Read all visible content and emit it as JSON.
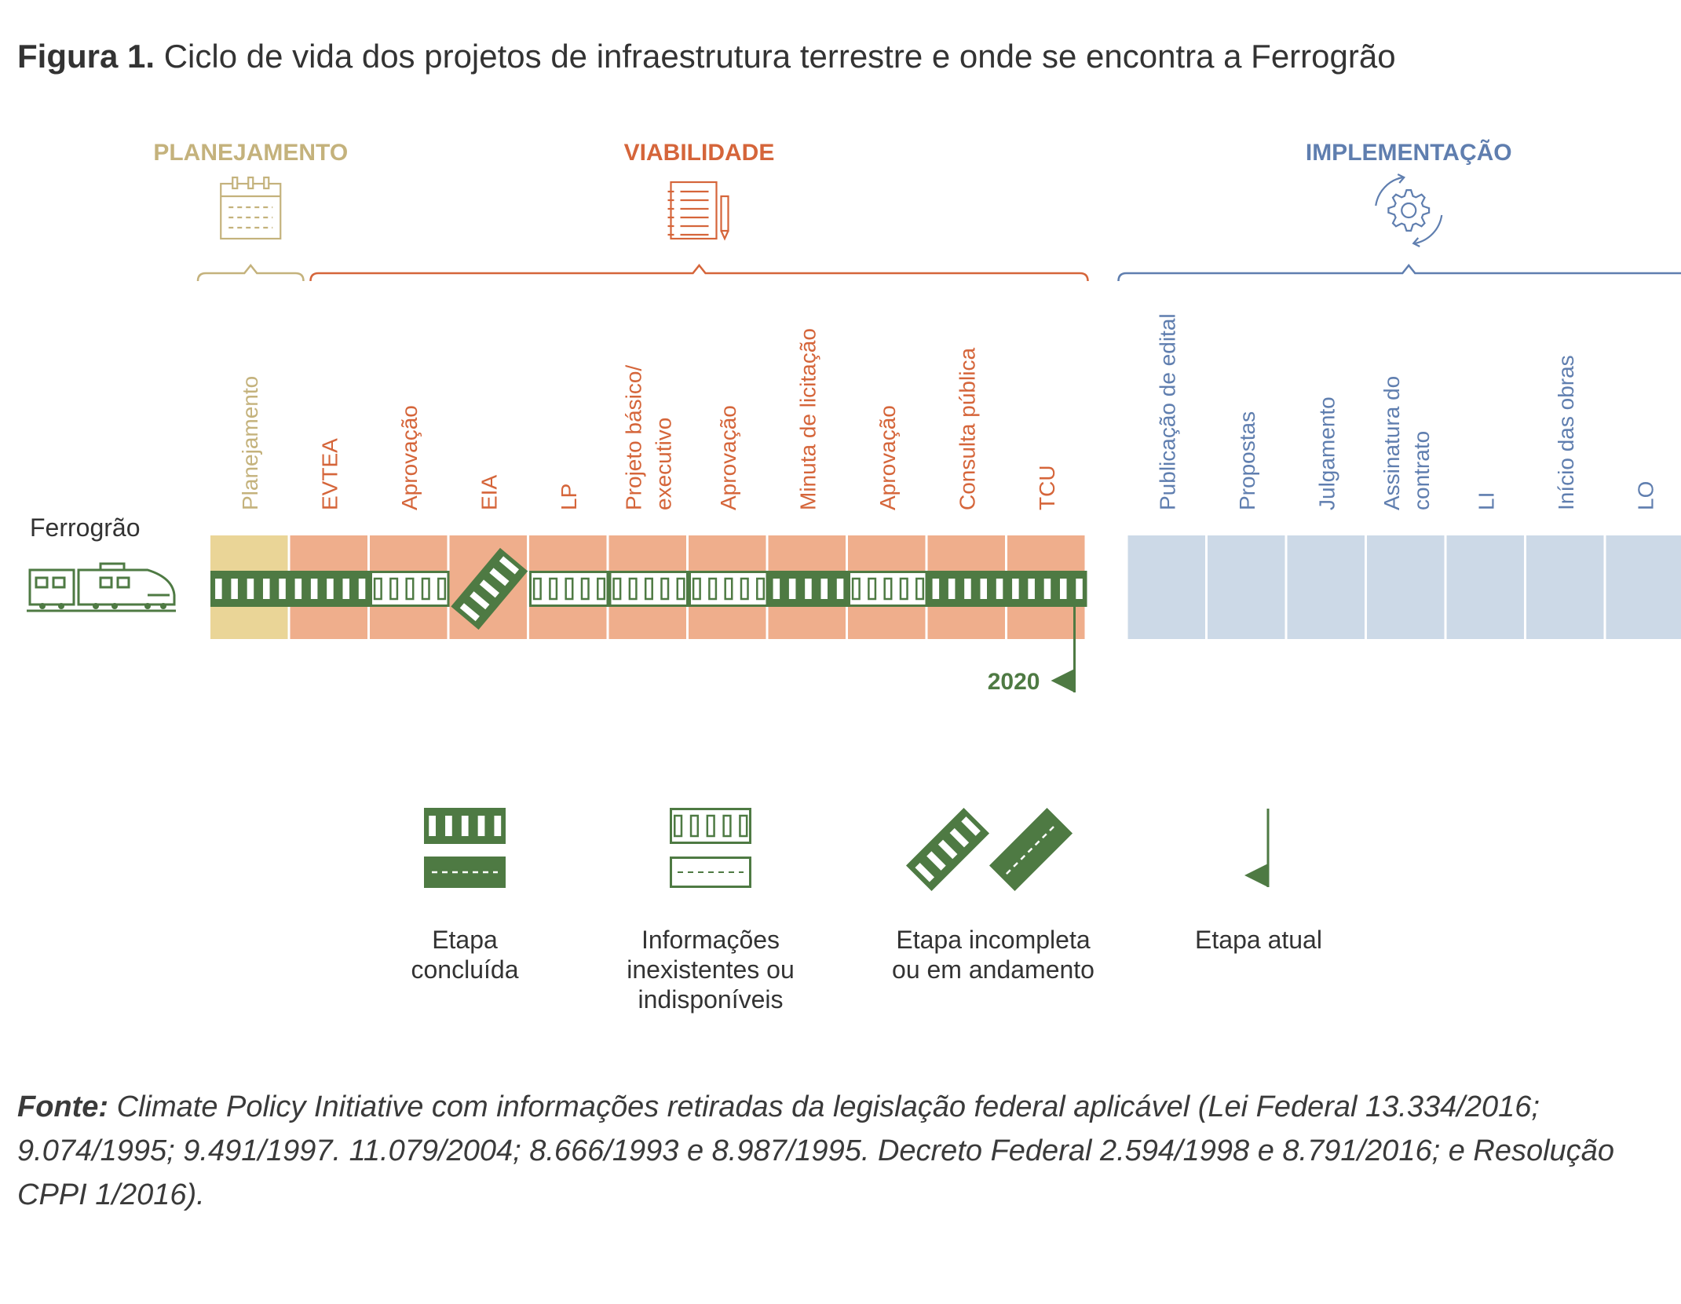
{
  "title": {
    "label": "Figura 1.",
    "text": "Ciclo de vida dos projetos de infraestrutura terrestre e onde se encontra a Ferrogrão"
  },
  "colors": {
    "planejamento": "#c4b27c",
    "viabilidade": "#d5653a",
    "implementacao": "#5f7eaf",
    "cell_planejamento": "#ead597",
    "cell_viabilidade": "#efae8c",
    "cell_implementacao": "#ccd9e7",
    "rail": "#4e7a43",
    "text": "#333333"
  },
  "phases": [
    {
      "key": "planejamento",
      "label": "PLANEJAMENTO",
      "icon": "calendar-icon",
      "color": "#c4b27c"
    },
    {
      "key": "viabilidade",
      "label": "VIABILIDADE",
      "icon": "notepad-pen-icon",
      "color": "#d5653a"
    },
    {
      "key": "implementacao",
      "label": "IMPLEMENTAÇÃO",
      "icon": "gear-cycle-icon",
      "color": "#5f7eaf"
    }
  ],
  "project": {
    "label": "Ferrogrão",
    "icon": "train-icon"
  },
  "stages": [
    {
      "lines": [
        "Planejamento"
      ],
      "phase": "planejamento",
      "status": "concluida"
    },
    {
      "lines": [
        "EVTEA"
      ],
      "phase": "viabilidade",
      "status": "concluida"
    },
    {
      "lines": [
        "Aprovação"
      ],
      "phase": "viabilidade",
      "status": "inexistente"
    },
    {
      "lines": [
        "EIA"
      ],
      "phase": "viabilidade",
      "status": "incompleta"
    },
    {
      "lines": [
        "LP"
      ],
      "phase": "viabilidade",
      "status": "inexistente"
    },
    {
      "lines": [
        "Projeto básico/",
        "executivo"
      ],
      "phase": "viabilidade",
      "status": "inexistente"
    },
    {
      "lines": [
        "Aprovação"
      ],
      "phase": "viabilidade",
      "status": "inexistente"
    },
    {
      "lines": [
        "Minuta de licitação"
      ],
      "phase": "viabilidade",
      "status": "concluida"
    },
    {
      "lines": [
        "Aprovação"
      ],
      "phase": "viabilidade",
      "status": "inexistente"
    },
    {
      "lines": [
        "Consulta pública"
      ],
      "phase": "viabilidade",
      "status": "concluida"
    },
    {
      "lines": [
        "TCU"
      ],
      "phase": "viabilidade",
      "status": "concluida",
      "current": true
    },
    {
      "lines": [
        "Publicação de edital"
      ],
      "phase": "implementacao",
      "status": "futura"
    },
    {
      "lines": [
        "Propostas"
      ],
      "phase": "implementacao",
      "status": "futura"
    },
    {
      "lines": [
        "Julgamento"
      ],
      "phase": "implementacao",
      "status": "futura"
    },
    {
      "lines": [
        "Assinatura do",
        "contrato"
      ],
      "phase": "implementacao",
      "status": "futura"
    },
    {
      "lines": [
        "LI"
      ],
      "phase": "implementacao",
      "status": "futura"
    },
    {
      "lines": [
        "Início das obras"
      ],
      "phase": "implementacao",
      "status": "futura"
    },
    {
      "lines": [
        "LO"
      ],
      "phase": "implementacao",
      "status": "futura"
    }
  ],
  "current_marker": {
    "label": "2020"
  },
  "legend": [
    {
      "key": "concluida",
      "lines": [
        "Etapa",
        "concluída"
      ]
    },
    {
      "key": "inexistente",
      "lines": [
        "Informações",
        "inexistentes ou",
        "indisponíveis"
      ]
    },
    {
      "key": "incompleta",
      "lines": [
        "Etapa incompleta",
        "ou em andamento"
      ]
    },
    {
      "key": "atual",
      "lines": [
        "Etapa atual"
      ]
    }
  ],
  "source": {
    "label": "Fonte:",
    "text": "Climate Policy Initiative com informações retiradas da legislação federal aplicável (Lei Federal 13.334/2016; 9.074/1995; 9.491/1997. 11.079/2004; 8.666/1993 e 8.987/1995. Decreto Federal 2.594/1998 e 8.791/2016; e Resolução CPPI 1/2016)."
  }
}
